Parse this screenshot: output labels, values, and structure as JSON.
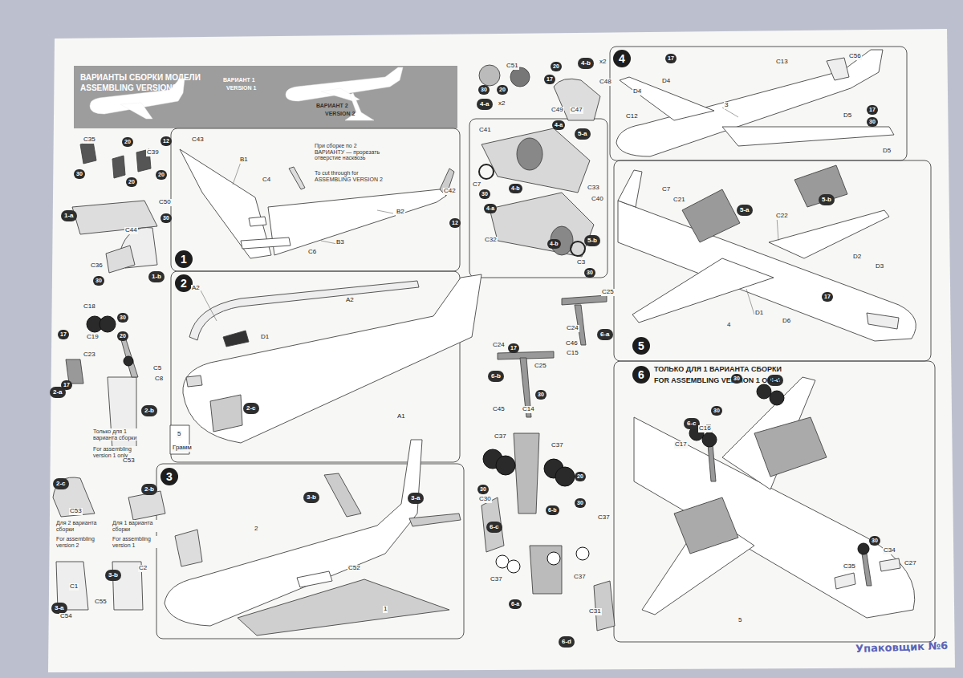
{
  "diagram": {
    "nodes": [
      {
        "text": [
          "ВАРИАНТЫ СБОРКИ МОДЕЛИ",
          "ASSEMBLING VERSIONS",
          "ВАРИАНТ 1",
          "VERSION 1",
          "ВАРИАНТ 2",
          "VERSION 2"
        ]
      },
      {
        "text": [
          "1"
        ]
      },
      {
        "text": [
          "2"
        ]
      },
      {
        "text": [
          "3"
        ]
      },
      {
        "text": [
          "4"
        ]
      },
      {
        "text": [
          "5"
        ]
      },
      {
        "text": [
          "6"
        ]
      },
      {
        "text": [
          "1-a"
        ]
      },
      {
        "text": [
          "1-b"
        ]
      },
      {
        "text": [
          "2-a"
        ]
      },
      {
        "text": [
          "2-b"
        ]
      },
      {
        "text": [
          "2-c"
        ]
      },
      {
        "text": [
          "2-b"
        ]
      },
      {
        "text": [
          "3-a"
        ]
      },
      {
        "text": [
          "3-b"
        ]
      },
      {
        "text": [
          "2-c"
        ]
      },
      {
        "text": [
          "3-b"
        ]
      },
      {
        "text": [
          "3-a"
        ]
      },
      {
        "text": [
          "4-a"
        ]
      },
      {
        "text": [
          "4-b"
        ]
      },
      {
        "text": [
          "5-a"
        ]
      },
      {
        "text": [
          "5-b"
        ]
      },
      {
        "text": [
          "6-a"
        ]
      },
      {
        "text": [
          "6-b"
        ]
      },
      {
        "text": [
          "6-c"
        ]
      },
      {
        "text": [
          "6-d"
        ]
      },
      {
        "text": [
          "5-a"
        ]
      },
      {
        "text": [
          "5-b"
        ]
      },
      {
        "text": [
          "6-c"
        ]
      },
      {
        "text": [
          "6-d"
        ]
      }
    ],
    "labels": [
      "C35",
      "20",
      "C39",
      "30",
      "20",
      "20",
      "C50",
      "30",
      "C44",
      "C36",
      "30",
      "12",
      "C43",
      "B1",
      "C4",
      "При сборке по 2 ВАРИАНТУ — прорезать отверстие насквозь",
      "To cut through for ASSEMBLING VERSION 2",
      "C6",
      "B3",
      "B2",
      "C42",
      "12",
      "C18",
      "17",
      "C19",
      "30",
      "20",
      "C23",
      "17",
      "C5",
      "C8",
      "Только для 1 варианта сборки",
      "For assembling version 1 only",
      "C53",
      "C53",
      "Для 2 варианта сборки",
      "For assembling version 2",
      "Для 1 варианта сборки",
      "For assembling version 1",
      "C1",
      "C54",
      "C2",
      "C55",
      "A2",
      "D1",
      "A2",
      "A1",
      "5",
      "Грамм",
      "2",
      "C52",
      "1",
      "C51",
      "30",
      "20",
      "x2",
      "20",
      "17",
      "x2",
      "C48",
      "C49",
      "C47",
      "C41",
      "4-a",
      "C7",
      "4-b",
      "C33",
      "C40",
      "4-a",
      "C32",
      "4-b",
      "C3",
      "30",
      "30",
      "C25",
      "C24",
      "C46",
      "C15",
      "C24",
      "17",
      "C25",
      "30",
      "C45",
      "C14",
      "C37",
      "C37",
      "20",
      "30",
      "C30",
      "6-b",
      "30",
      "C37",
      "C37",
      "C37",
      "6-a",
      "C31",
      "17",
      "D4",
      "C13",
      "C56",
      "D4",
      "C12",
      "3",
      "D5",
      "17",
      "30",
      "D5",
      "C7",
      "C21",
      "C22",
      "D2",
      "D3",
      "17",
      "D1",
      "D6",
      "4",
      "ТОЛЬКО ДЛЯ 1 ВАРИАНТА СБОРКИ",
      "FOR ASSEMBLING VERSION 1 ONLY",
      "30",
      "30",
      "C16",
      "C17",
      "30",
      "C35",
      "C34",
      "C27",
      "5",
      "Упаковщик №6"
    ]
  }
}
